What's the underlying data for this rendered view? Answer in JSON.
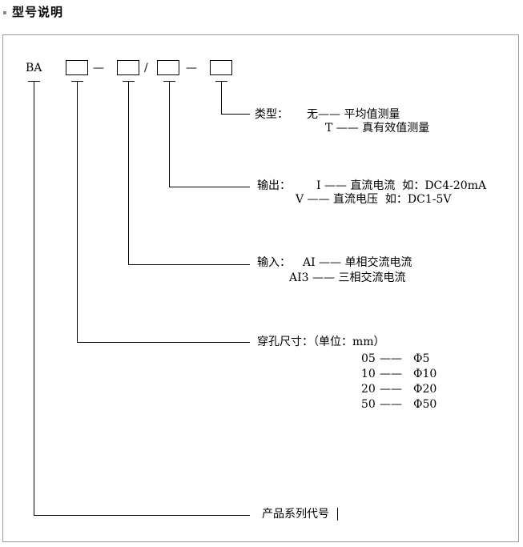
{
  "header": {
    "title": "型号说明"
  },
  "model": {
    "prefix": "BA",
    "dash1": "—",
    "slash": "/",
    "dash2": "—"
  },
  "type_section": {
    "label": "类型：",
    "line1": "无—— 平均值测量",
    "line2": "T —— 真有效值测量"
  },
  "output_section": {
    "label": "输出：",
    "line1": "I —— 直流电流  如：DC4-20mA",
    "line2": "V —— 直流电压  如：DC1-5V"
  },
  "input_section": {
    "label": "输入：",
    "line1": "AI —— 单相交流电流",
    "line2": "AI3 —— 三相交流电流"
  },
  "hole_section": {
    "label": "穿孔尺寸：（单位：mm）",
    "rows": [
      {
        "code": "05",
        "dash": "——",
        "size": "Φ5"
      },
      {
        "code": "10",
        "dash": "——",
        "size": "Φ10"
      },
      {
        "code": "20",
        "dash": "——",
        "size": "Φ20"
      },
      {
        "code": "50",
        "dash": "——",
        "size": "Φ50"
      }
    ]
  },
  "series_section": {
    "label": "产品系列代号"
  }
}
